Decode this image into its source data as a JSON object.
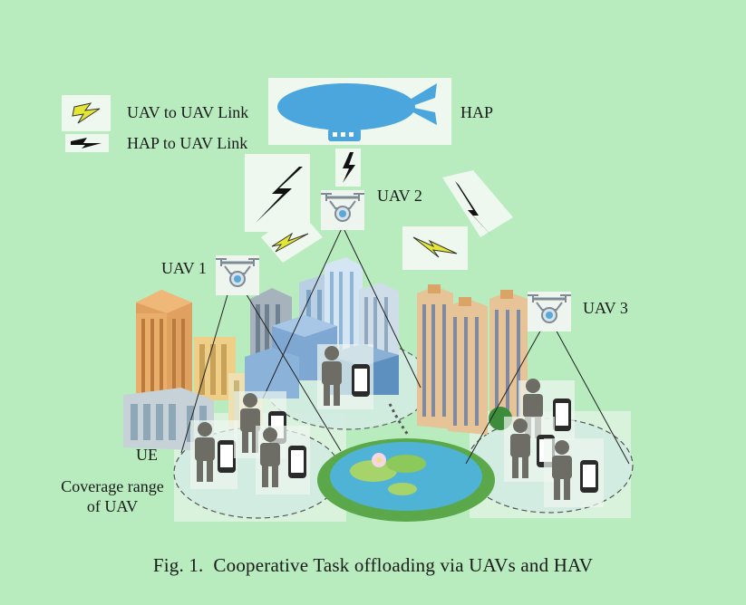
{
  "legend": {
    "uav_link_label": "UAV to UAV Link",
    "hap_link_label": "HAP to UAV Link"
  },
  "labels": {
    "hap": "HAP",
    "uav1": "UAV 1",
    "uav2": "UAV 2",
    "uav3": "UAV 3",
    "ue": "UE",
    "coverage_line1": "Coverage range",
    "coverage_line2": "of UAV"
  },
  "caption": {
    "prefix": "Fig. 1.",
    "text": "Cooperative Task offloading via UAVs and HAV"
  },
  "colors": {
    "background": "#b8ecbf",
    "airship": "#4aa6dc",
    "bolt_yellow": "#e3e635",
    "bolt_black": "#111111",
    "coverage": "#d9efe6",
    "pond": "#4fb3d6",
    "person": "#6d6d66",
    "building_orange": "#e0a060",
    "building_tan": "#e6c497",
    "building_blue": "#9cc3e8"
  }
}
